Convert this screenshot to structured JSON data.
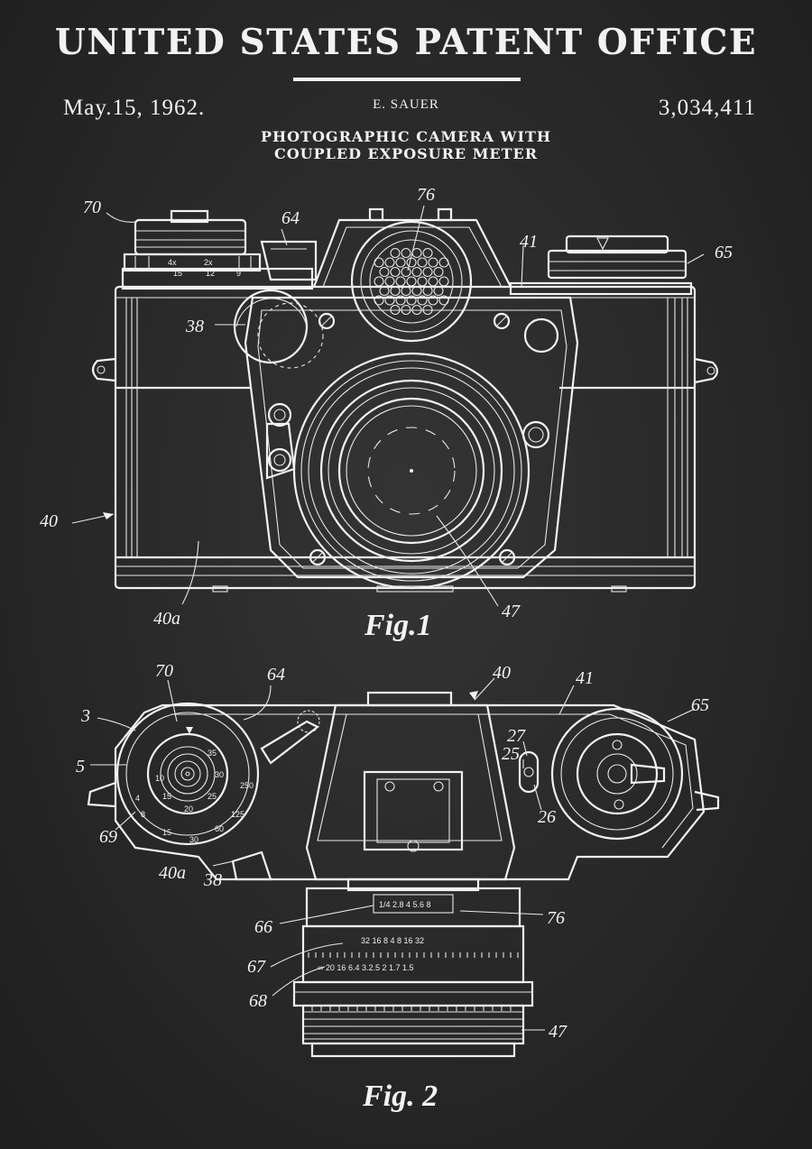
{
  "header": {
    "office": "UNITED STATES PATENT OFFICE",
    "date": "May.15, 1962.",
    "inventor": "E. SAUER",
    "patent_number": "3,034,411",
    "title_line1": "PHOTOGRAPHIC CAMERA WITH",
    "title_line2": "COUPLED EXPOSURE METER"
  },
  "figures": {
    "fig1": {
      "caption": "Fig.1",
      "labels": {
        "l70": "70",
        "l76": "76",
        "l64": "64",
        "l41": "41",
        "l65": "65",
        "l38": "38",
        "l40": "40",
        "l40a": "40a",
        "l47": "47"
      },
      "dial_marks": {
        "m1": "4x",
        "m2": "2x",
        "m3": "15",
        "m4": "12",
        "m5": "9"
      }
    },
    "fig2": {
      "caption": "Fig. 2",
      "labels": {
        "l70": "70",
        "l64": "64",
        "l40": "40",
        "l41": "41",
        "l65": "65",
        "l3": "3",
        "l5": "5",
        "l27": "27",
        "l25": "25",
        "l26": "26",
        "l69": "69",
        "l40a": "40a",
        "l38": "38",
        "l66": "66",
        "l76": "76",
        "l67": "67",
        "l68": "68",
        "l47": "47"
      },
      "dial_marks": {
        "d1": "4",
        "d2": "8",
        "d3": "15",
        "d4": "30",
        "d5": "60",
        "d6": "125",
        "d7": "250",
        "d8": "20",
        "d9": "25",
        "d10": "30",
        "d11": "35",
        "d12": "10",
        "d13": "15"
      },
      "lens_scale_top": "1/4 2.8 4 5.6 8",
      "lens_scale_mid": "32 16 8 4 8 16 32",
      "lens_scale_bottom": "∞ 20 16 6.4 3.2.5 2 1.7 1.5"
    }
  }
}
